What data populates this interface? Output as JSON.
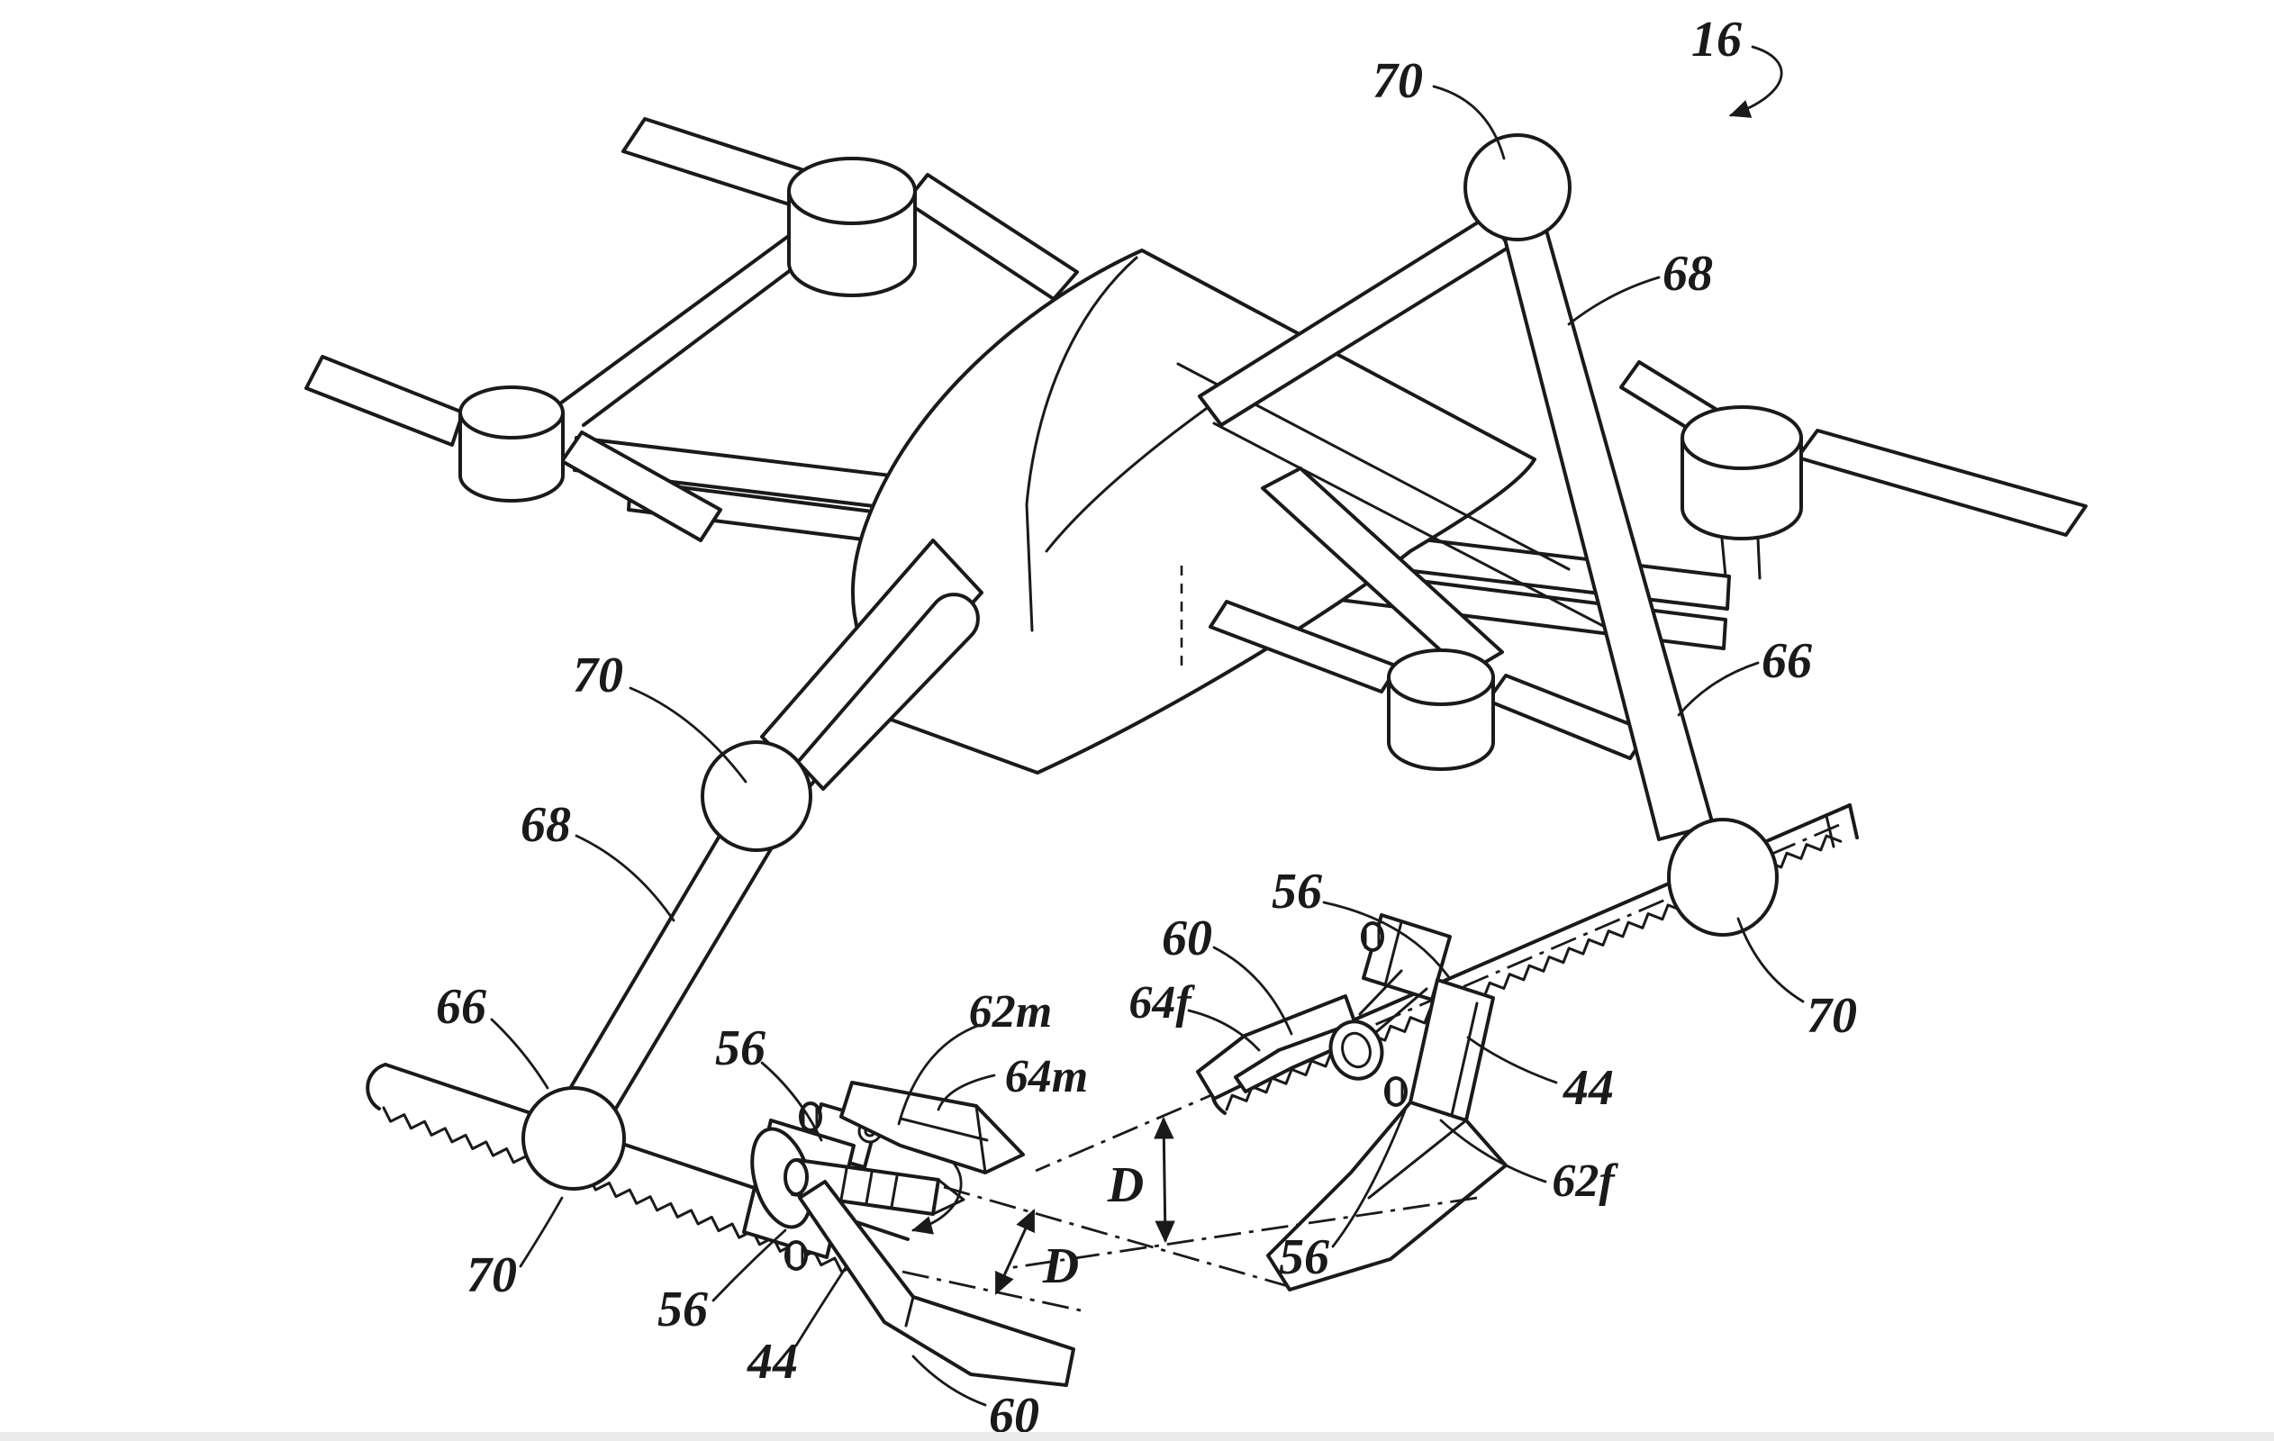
{
  "figure": {
    "background": "#ffffff",
    "ink": "#1a1a1a"
  },
  "refs": {
    "r16": "16",
    "r70": "70",
    "r68": "68",
    "r66": "66",
    "r56": "56",
    "r44": "44",
    "r60": "60",
    "r62m": "62m",
    "r64m": "64m",
    "r62f": "62f",
    "r64f": "64f",
    "dim": "D"
  }
}
